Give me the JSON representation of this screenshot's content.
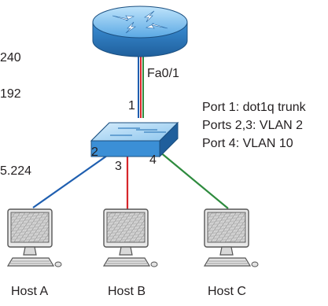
{
  "left_labels": [
    "240",
    "192",
    "5.224"
  ],
  "router": {
    "interface_label": "Fa0/1"
  },
  "switch": {
    "port_labels": [
      "1",
      "2",
      "3",
      "4"
    ]
  },
  "port_notes": [
    "Port 1: dot1q trunk",
    "Ports 2,3: VLAN 2",
    "Port 4: VLAN 10"
  ],
  "hosts": [
    {
      "label": "Host A",
      "link_color": "#1f5fb0"
    },
    {
      "label": "Host B",
      "link_color": "#d6262b"
    },
    {
      "label": "Host C",
      "link_color": "#2e8b3e"
    }
  ],
  "colors": {
    "device_blue": "#3b8fd6",
    "device_light": "#9fd0f1",
    "trunk": [
      "#1f5fb0",
      "#d6262b",
      "#2e8b3e"
    ]
  }
}
